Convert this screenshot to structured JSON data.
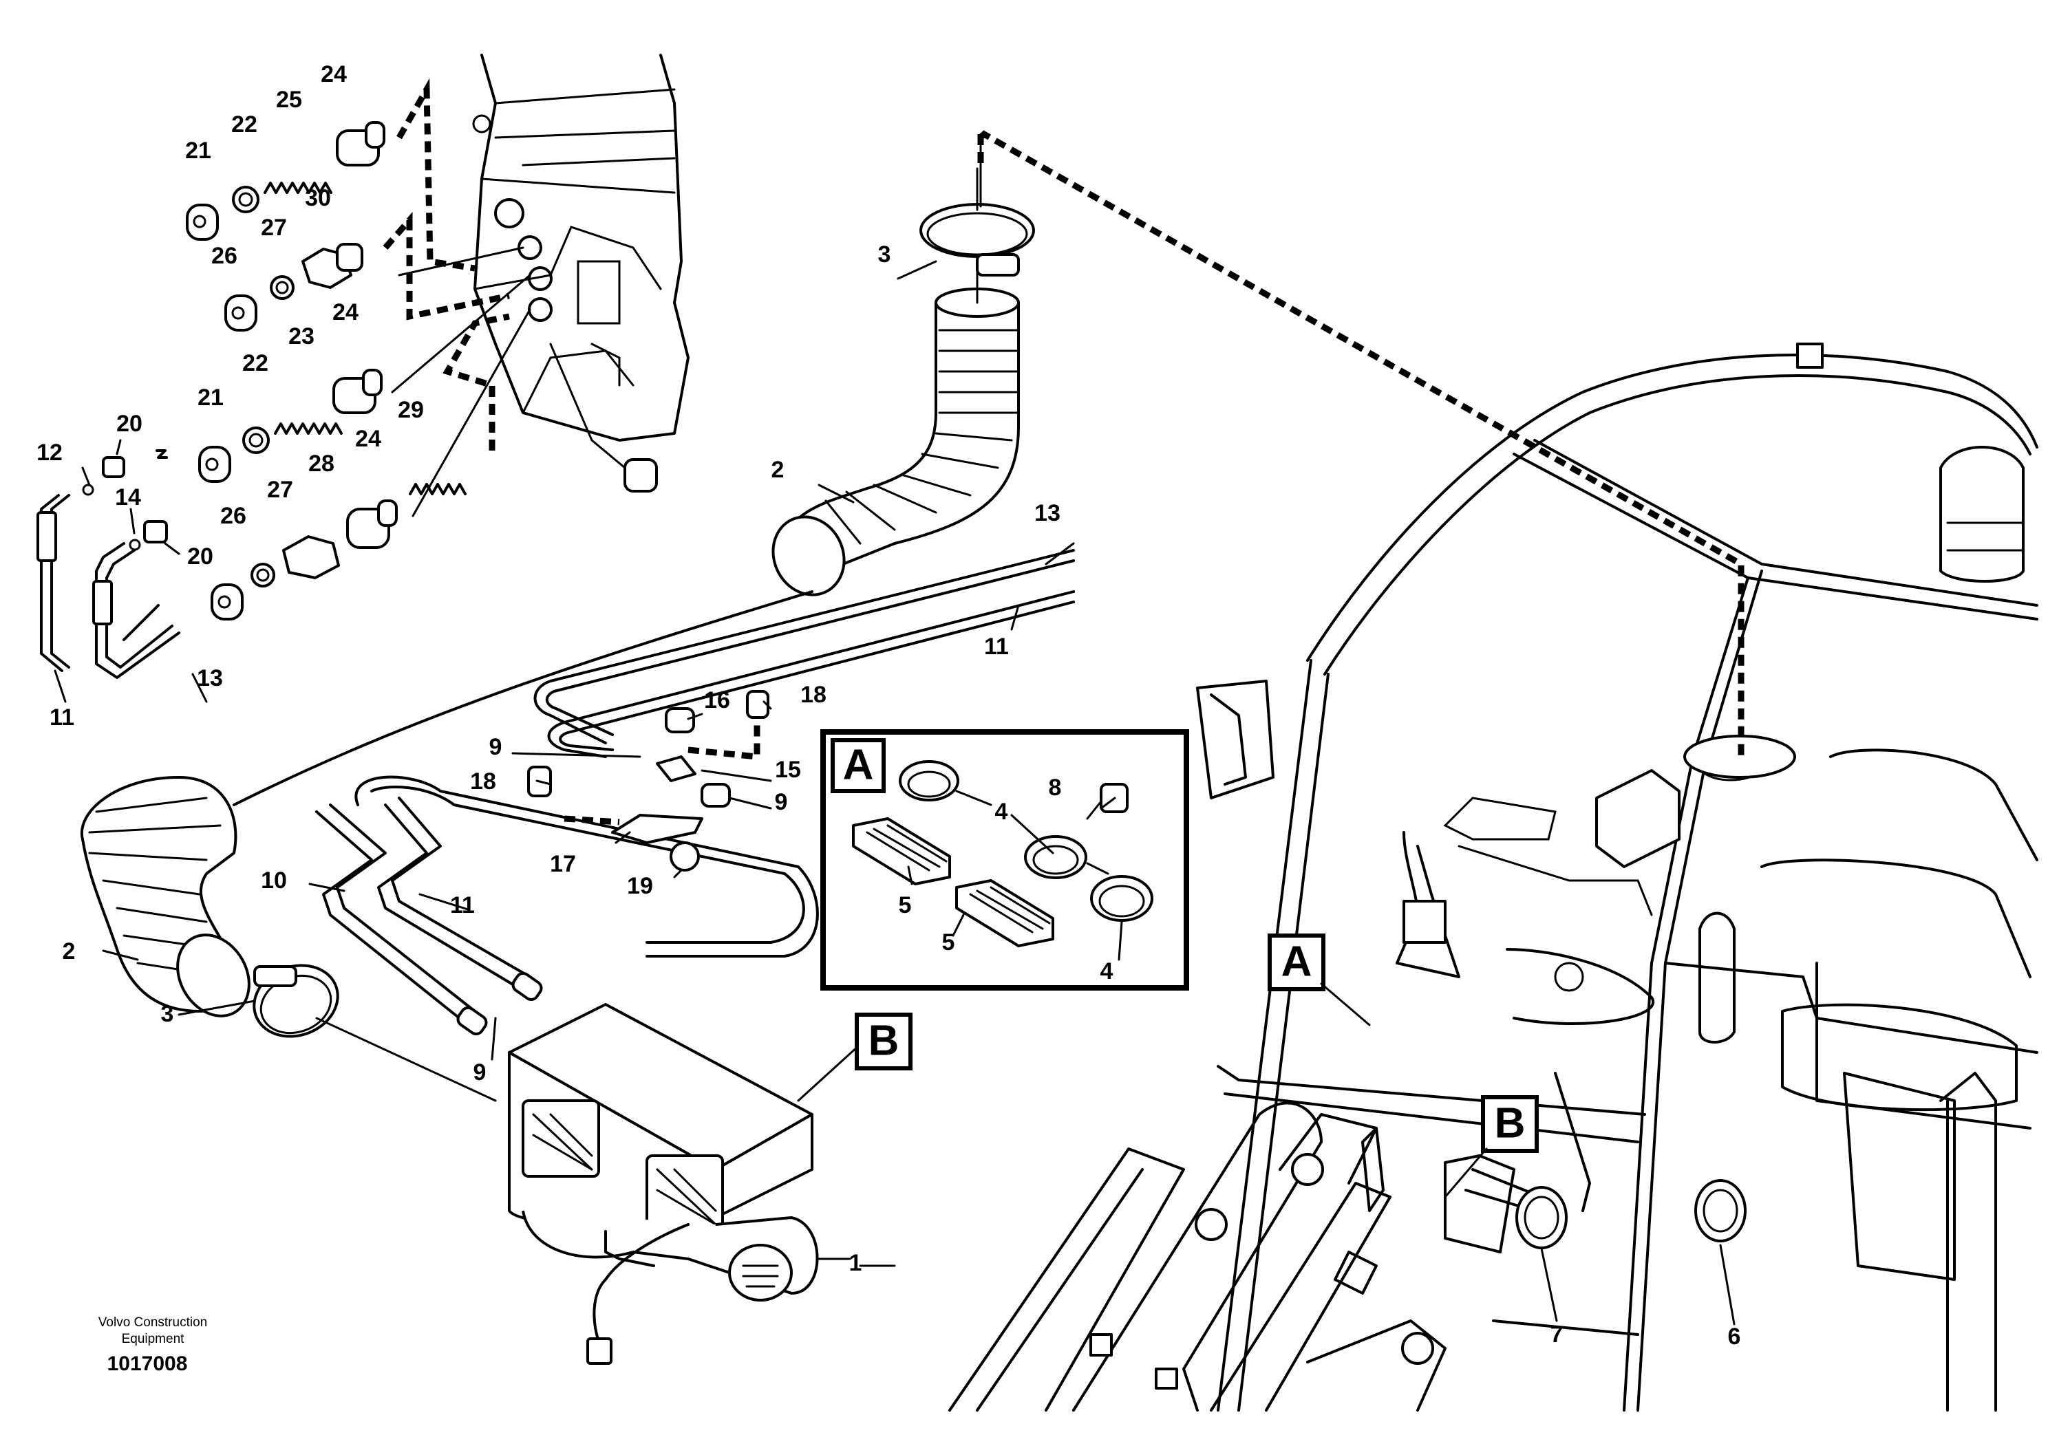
{
  "footer": {
    "company_line1": "Volvo Construction",
    "company_line2": "Equipment",
    "drawing_number": "1017008"
  },
  "detail_boxes": {
    "A": "A",
    "B": "B"
  },
  "callouts": {
    "c1": "1",
    "c2a": "2",
    "c2b": "2",
    "c3a": "3",
    "c3b": "3",
    "c4a": "4",
    "c4b": "4",
    "c5a": "5",
    "c5b": "5",
    "c6": "6",
    "c7": "7",
    "c8": "8",
    "c9a": "9",
    "c9b": "9",
    "c9c": "9",
    "c10": "10",
    "c11a": "11",
    "c11b": "11",
    "c11c": "11",
    "c12": "12",
    "c13a": "13",
    "c13b": "13",
    "c14": "14",
    "c15": "15",
    "c16": "16",
    "c17": "17",
    "c18a": "18",
    "c18b": "18",
    "c19": "19",
    "c20a": "20",
    "c20b": "20",
    "c21a": "21",
    "c21b": "21",
    "c22a": "22",
    "c22b": "22",
    "c23": "23",
    "c24a": "24",
    "c24b": "24",
    "c24c": "24",
    "c25": "25",
    "c26a": "26",
    "c26b": "26",
    "c27a": "27",
    "c27b": "27",
    "c28": "28",
    "c29": "29",
    "c30": "30"
  }
}
